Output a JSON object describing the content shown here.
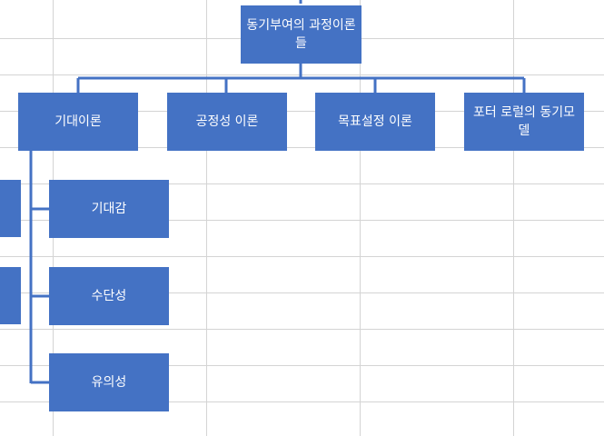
{
  "diagram": {
    "root": {
      "label": "동기부여의 과정이론들"
    },
    "children": [
      {
        "label": "기대이론"
      },
      {
        "label": "공정성 이론"
      },
      {
        "label": "목표설정 이론"
      },
      {
        "label": "포터 로럴의 동기모델"
      }
    ],
    "expectancy_sub": [
      {
        "label": "기대감"
      },
      {
        "label": "수단성"
      },
      {
        "label": "유의성"
      }
    ]
  },
  "colors": {
    "node_fill": "#4472c4",
    "node_text": "#ffffff",
    "connector": "#4472c4",
    "grid": "#d4d4d4"
  }
}
